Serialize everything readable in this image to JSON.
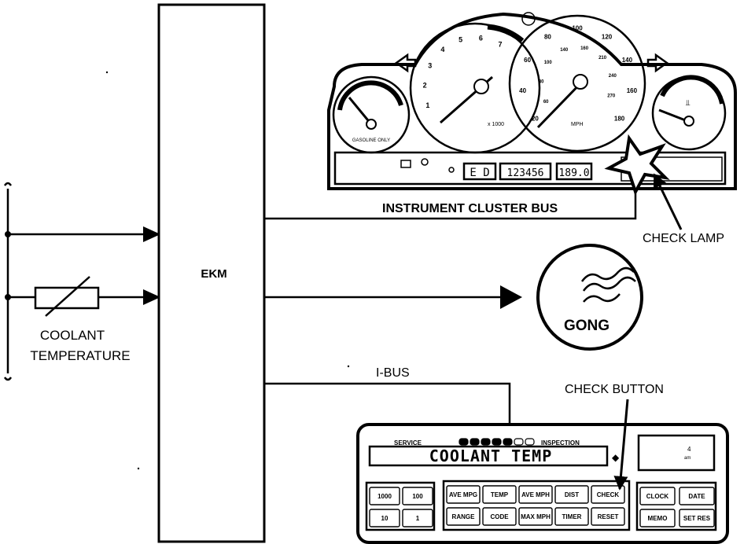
{
  "labels": {
    "ekm": "EKM",
    "instrument_cluster_bus": "INSTRUMENT CLUSTER BUS",
    "check_lamp": "CHECK LAMP",
    "gong": "GONG",
    "coolant_temperature_line1": "COOLANT",
    "coolant_temperature_line2": "TEMPERATURE",
    "ibus": "I-BUS",
    "check_button": "CHECK BUTTON"
  },
  "cluster": {
    "tach_numbers": [
      "1",
      "2",
      "3",
      "4",
      "5",
      "6",
      "7"
    ],
    "speedo_numbers": [
      "20",
      "40",
      "60",
      "80",
      "100",
      "120",
      "140",
      "160",
      "180"
    ],
    "speedo_inner": [
      "60",
      "80",
      "100",
      "140",
      "160",
      "210",
      "240",
      "270"
    ],
    "odometer": "123456",
    "trip": "189.0",
    "gear_display": "E D",
    "fuel_gauge_text": "GASOLINE ONLY",
    "tach_unit": "x 1000",
    "speedo_unit": "MPH"
  },
  "obc": {
    "header_left": "SERVICE",
    "header_right": "INSPECTION",
    "display": "COOLANT TEMP",
    "clock_digits": "4",
    "clock_unit": "am",
    "buttons_left": [
      "1000",
      "100",
      "10",
      "1"
    ],
    "buttons_center_top": [
      "AVE MPG",
      "TEMP",
      "AVE MPH",
      "DIST",
      "CHECK"
    ],
    "buttons_center_bottom": [
      "RANGE",
      "CODE",
      "MAX MPH",
      "TIMER",
      "RESET"
    ],
    "buttons_right": [
      "CLOCK",
      "DATE",
      "MEMO",
      "SET RES"
    ]
  }
}
